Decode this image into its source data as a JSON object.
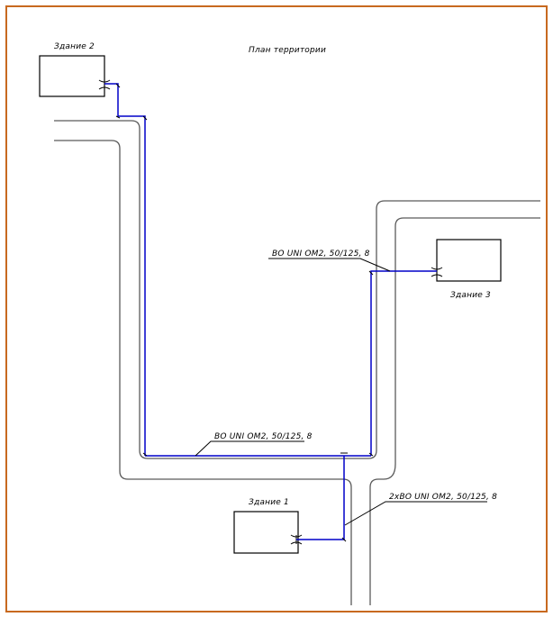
{
  "title": "План территории",
  "colors": {
    "frame": "#c8691f",
    "cable": "#0000c8",
    "road": "#5a5a5a",
    "building": "#000000"
  },
  "buildings": [
    {
      "id": "building-2",
      "label": "Здание 2"
    },
    {
      "id": "building-3",
      "label": "Здание 3"
    },
    {
      "id": "building-1",
      "label": "Здание 1"
    }
  ],
  "cable_labels": {
    "to_building_3": "ВО UNI OM2, 50/125, 8",
    "main_trunk": "ВО UNI OM2, 50/125, 8",
    "to_building_1": "2хВО UNI OM2, 50/125, 8"
  }
}
